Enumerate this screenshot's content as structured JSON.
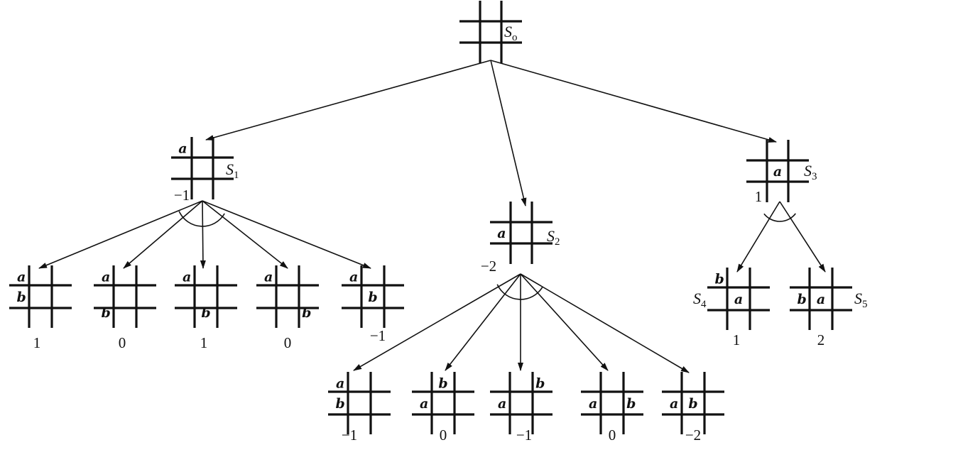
{
  "nodes": [
    {
      "id": "S0",
      "label": "S",
      "sub": "o",
      "value": "",
      "marks": []
    },
    {
      "id": "S1",
      "label": "S",
      "sub": "1",
      "value": "−1",
      "marks": [
        {
          "cell": 0,
          "text": "a"
        }
      ]
    },
    {
      "id": "S2",
      "label": "S",
      "sub": "2",
      "value": "−2",
      "marks": [
        {
          "cell": 3,
          "text": "a"
        }
      ]
    },
    {
      "id": "S3",
      "label": "S",
      "sub": "3",
      "value": "1",
      "marks": [
        {
          "cell": 4,
          "text": "a"
        }
      ]
    },
    {
      "id": "S1c1",
      "label": "",
      "sub": "",
      "value": "1",
      "marks": [
        {
          "cell": 0,
          "text": "a"
        },
        {
          "cell": 3,
          "text": "b"
        }
      ]
    },
    {
      "id": "S1c2",
      "label": "",
      "sub": "",
      "value": "0",
      "marks": [
        {
          "cell": 0,
          "text": "a"
        },
        {
          "cell": 6,
          "text": "b"
        }
      ]
    },
    {
      "id": "S1c3",
      "label": "",
      "sub": "",
      "value": "1",
      "marks": [
        {
          "cell": 0,
          "text": "a"
        },
        {
          "cell": 7,
          "text": "b"
        }
      ]
    },
    {
      "id": "S1c4",
      "label": "",
      "sub": "",
      "value": "0",
      "marks": [
        {
          "cell": 0,
          "text": "a"
        },
        {
          "cell": 8,
          "text": "b"
        }
      ]
    },
    {
      "id": "S1c5",
      "label": "",
      "sub": "",
      "value": "−1",
      "marks": [
        {
          "cell": 0,
          "text": "a"
        },
        {
          "cell": 4,
          "text": "b"
        }
      ]
    },
    {
      "id": "S2c1",
      "label": "",
      "sub": "",
      "value": "−1",
      "marks": [
        {
          "cell": 0,
          "text": "a"
        },
        {
          "cell": 3,
          "text": "b"
        }
      ]
    },
    {
      "id": "S2c2",
      "label": "",
      "sub": "",
      "value": "0",
      "marks": [
        {
          "cell": 3,
          "text": "a"
        },
        {
          "cell": 1,
          "text": "b"
        }
      ]
    },
    {
      "id": "S2c3",
      "label": "",
      "sub": "",
      "value": "−1",
      "marks": [
        {
          "cell": 3,
          "text": "a"
        },
        {
          "cell": 2,
          "text": "b"
        }
      ]
    },
    {
      "id": "S2c4",
      "label": "",
      "sub": "",
      "value": "0",
      "marks": [
        {
          "cell": 3,
          "text": "a"
        },
        {
          "cell": 5,
          "text": "b"
        }
      ]
    },
    {
      "id": "S2c5",
      "label": "",
      "sub": "",
      "value": "−2",
      "marks": [
        {
          "cell": 3,
          "text": "a"
        },
        {
          "cell": 4,
          "text": "b"
        }
      ]
    },
    {
      "id": "S4",
      "label": "S",
      "sub": "4",
      "value": "1",
      "marks": [
        {
          "cell": 4,
          "text": "a"
        },
        {
          "cell": 0,
          "text": "b"
        }
      ]
    },
    {
      "id": "S5",
      "label": "S",
      "sub": "5",
      "value": "2",
      "marks": [
        {
          "cell": 4,
          "text": "a"
        },
        {
          "cell": 3,
          "text": "b"
        }
      ]
    }
  ],
  "edges": [
    {
      "from": "S0",
      "to": "S1"
    },
    {
      "from": "S0",
      "to": "S2"
    },
    {
      "from": "S0",
      "to": "S3"
    },
    {
      "from": "S1",
      "to": "S1c1"
    },
    {
      "from": "S1",
      "to": "S1c2"
    },
    {
      "from": "S1",
      "to": "S1c3"
    },
    {
      "from": "S1",
      "to": "S1c4"
    },
    {
      "from": "S1",
      "to": "S1c5"
    },
    {
      "from": "S2",
      "to": "S2c1"
    },
    {
      "from": "S2",
      "to": "S2c2"
    },
    {
      "from": "S2",
      "to": "S2c3"
    },
    {
      "from": "S2",
      "to": "S2c4"
    },
    {
      "from": "S2",
      "to": "S2c5"
    },
    {
      "from": "S3",
      "to": "S4"
    },
    {
      "from": "S3",
      "to": "S5"
    }
  ],
  "and_arcs": [
    "S1",
    "S2",
    "S3"
  ]
}
